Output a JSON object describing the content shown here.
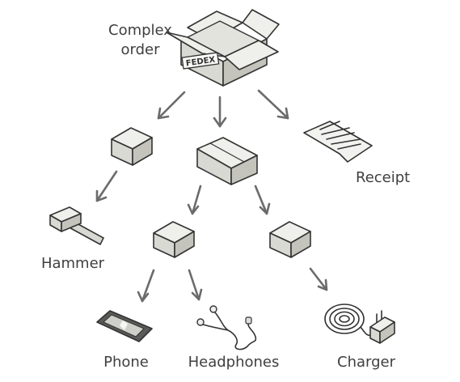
{
  "nodes": {
    "complex_order_line1": "Complex",
    "complex_order_line2": "order",
    "shipping_label": "FEDEX",
    "receipt": "Receipt",
    "hammer": "Hammer",
    "phone": "Phone",
    "headphones": "Headphones",
    "charger": "Charger"
  },
  "icons": [
    "open-shipping-box-icon",
    "box-icon",
    "receipt-icon",
    "hammer-icon",
    "phone-icon",
    "headphones-icon",
    "charger-icon",
    "arrow-icon"
  ],
  "colors": {
    "box_top": "#efefeb",
    "box_left": "#d9d9d3",
    "box_right": "#c4c4bd",
    "arrow": "#6b6b6b",
    "text": "#3f3f3f"
  }
}
